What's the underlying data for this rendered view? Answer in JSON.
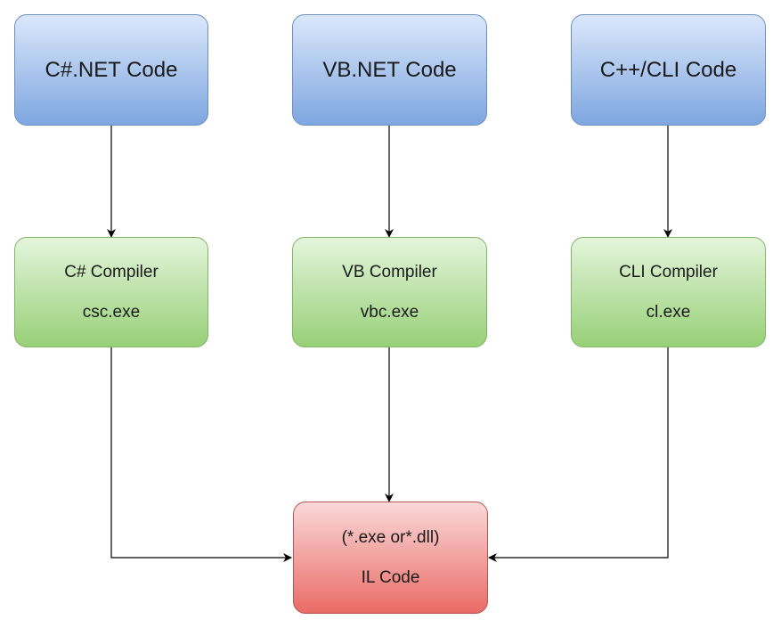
{
  "sources": [
    {
      "label": "C#.NET Code"
    },
    {
      "label": "VB.NET Code"
    },
    {
      "label": "C++/CLI Code"
    }
  ],
  "compilers": [
    {
      "name": "C# Compiler",
      "exe": "csc.exe"
    },
    {
      "name": "VB Compiler",
      "exe": "vbc.exe"
    },
    {
      "name": "CLI Compiler",
      "exe": "cl.exe"
    }
  ],
  "output": {
    "line1": "(*.exe or*.dll)",
    "line2": "IL Code"
  },
  "colors": {
    "source_fill": "#7ea6e0",
    "compiler_fill": "#97d077",
    "output_fill": "#ea6b66",
    "edge": "#000000"
  }
}
